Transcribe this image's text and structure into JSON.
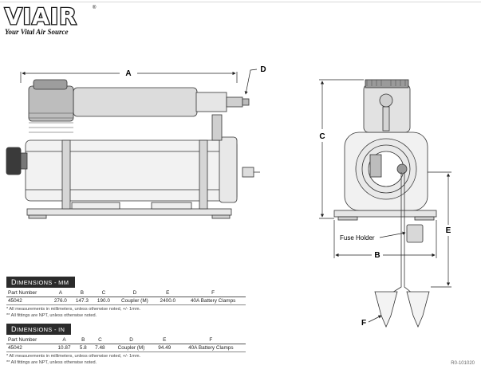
{
  "brand": {
    "name": "VIAIR",
    "reg_mark": "®",
    "tagline": "Your Vital Air Source"
  },
  "labels": {
    "a": "A",
    "b": "B",
    "c": "C",
    "d": "D",
    "e": "E",
    "f": "F",
    "fuse_holder": "Fuse Holder"
  },
  "mm_table": {
    "title": "Dimensions - mm",
    "headers": [
      "Part Number",
      "A",
      "B",
      "C",
      "D",
      "E",
      "F"
    ],
    "row": [
      "45042",
      "276.0",
      "147.3",
      "190.0",
      "Coupler (M)",
      "2400.0",
      "40A Battery Clamps"
    ],
    "notes": [
      "* All measurements in millimeters, unless otherwise noted, +/- 1mm.",
      "** All fittings are NPT, unless otherwise noted."
    ]
  },
  "in_table": {
    "title": "Dimensions - in",
    "headers": [
      "Part Number",
      "A",
      "B",
      "C",
      "D",
      "E",
      "F"
    ],
    "row": [
      "45042",
      "10.87",
      "5.8",
      "7.48",
      "Coupler (M)",
      "94.49",
      "40A Battery Clamps"
    ],
    "notes": [
      "* All measurements in millimeters, unless otherwise noted, +/- 1mm.",
      "** All fittings are NPT, unless otherwise noted."
    ]
  },
  "doc_number": "R0-101020"
}
